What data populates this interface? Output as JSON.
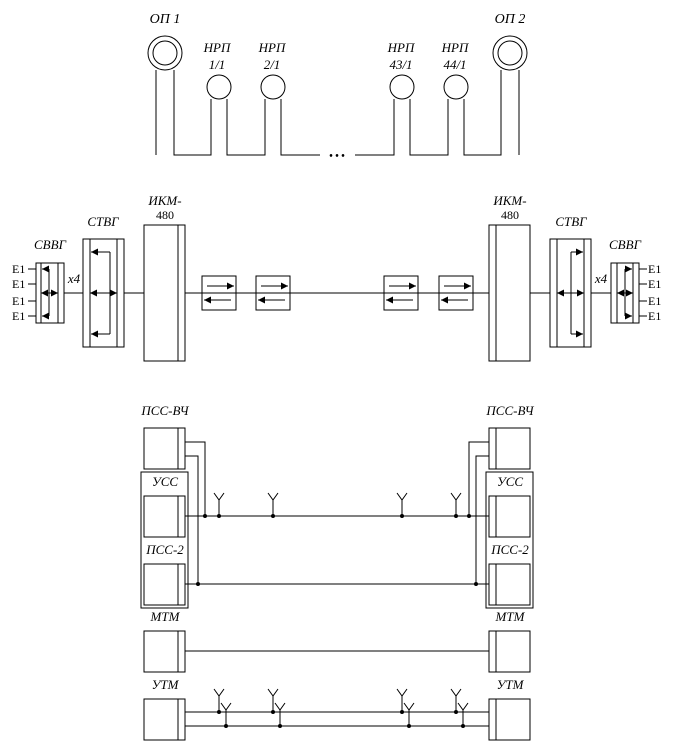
{
  "top": {
    "op1": "ОП 1",
    "op2": "ОП 2",
    "nrp": [
      {
        "a": "НРП",
        "b": "1/1"
      },
      {
        "a": "НРП",
        "b": "2/1"
      },
      {
        "a": "НРП",
        "b": "43/1"
      },
      {
        "a": "НРП",
        "b": "44/1"
      }
    ],
    "ellipsis": "• • •"
  },
  "middle": {
    "ikm_line1": "ИКМ-",
    "ikm_line2": "480",
    "stvg": "СТВГ",
    "svvg": "СВВГ",
    "mult": "x4",
    "e1": [
      "E1",
      "E1",
      "E1",
      "E1"
    ]
  },
  "bottom": {
    "pss_vch": "ПСС-ВЧ",
    "uss": "УСС",
    "pss2": "ПСС-2",
    "mtm": "МТМ",
    "utm": "УТМ"
  }
}
